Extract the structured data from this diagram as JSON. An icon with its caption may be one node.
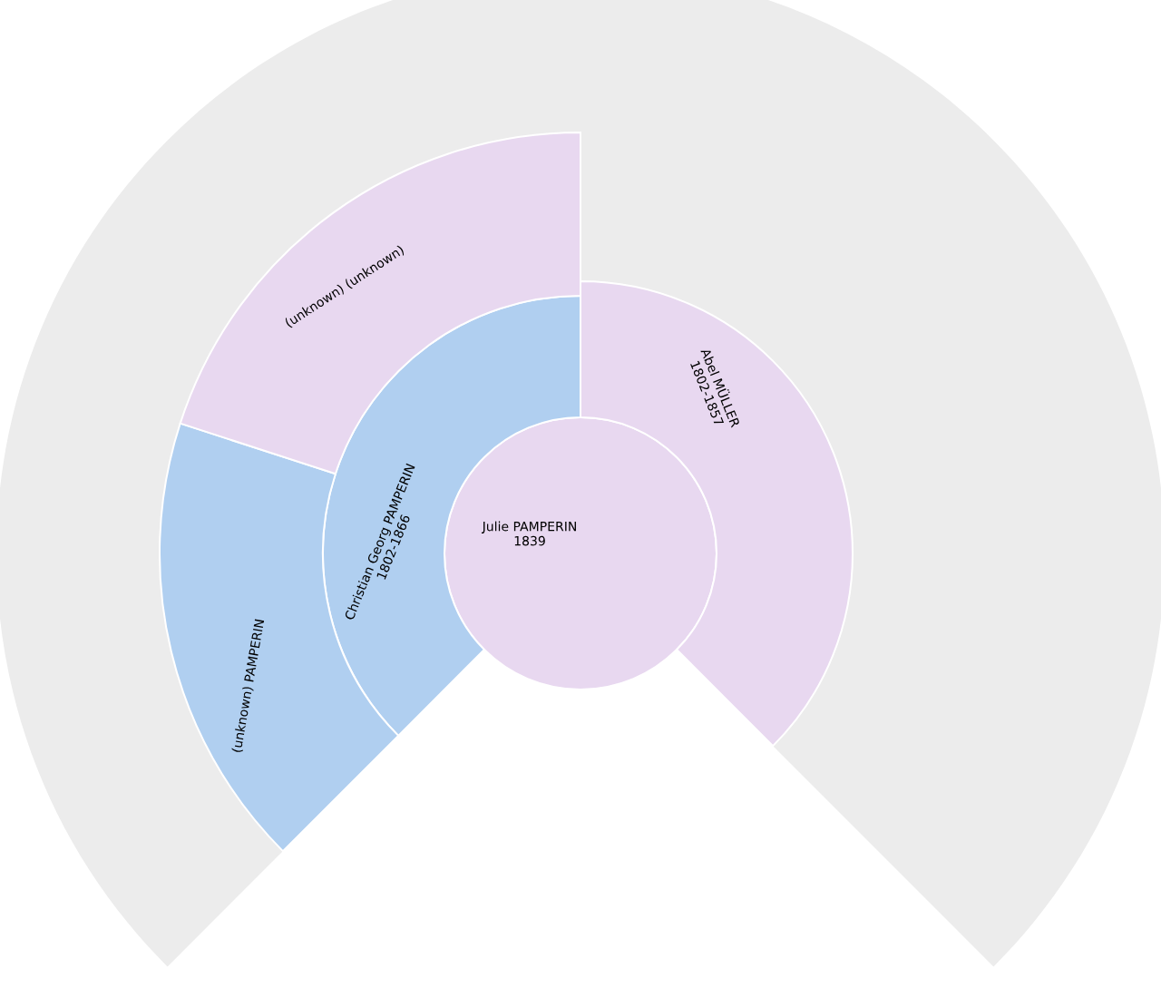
{
  "diagram": {
    "nodes": [
      {
        "text": [
          "Julie PAMPERIN",
          "1839"
        ]
      },
      {
        "text": [
          "Christian Georg PAMPERIN",
          "1802-1866"
        ]
      },
      {
        "text": [
          "(unknown) PAMPERIN"
        ]
      },
      {
        "text": [
          "(unknown) (unknown)"
        ]
      },
      {
        "text": [
          "Abel MÜLLER",
          "1802-1857"
        ]
      }
    ]
  }
}
